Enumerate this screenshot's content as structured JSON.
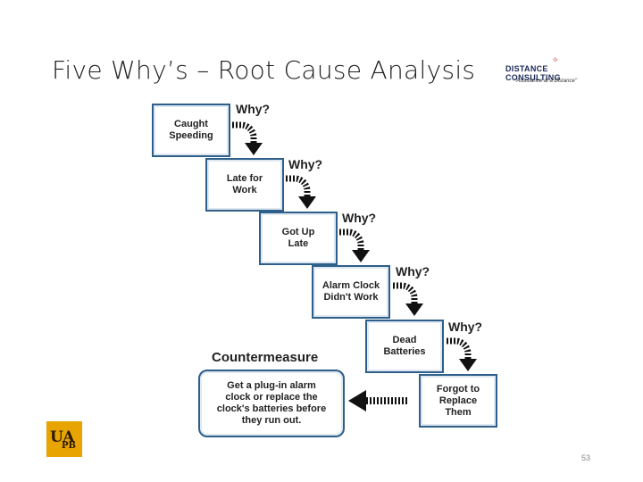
{
  "slide": {
    "title": "Five Why’s – Root Cause Analysis",
    "page_number": "53"
  },
  "logo": {
    "name": "DISTANCE CONSULTING",
    "tagline": "\"Assistance at a Distance\""
  },
  "badge": {
    "u": "UA",
    "pb": "PB"
  },
  "diagram": {
    "why_label": "Why?",
    "steps": [
      {
        "line1": "Caught",
        "line2": "Speeding"
      },
      {
        "line1": "Late for",
        "line2": "Work"
      },
      {
        "line1": "Got Up",
        "line2": "Late"
      },
      {
        "line1": "Alarm Clock",
        "line2": "Didn't Work"
      },
      {
        "line1": "Dead",
        "line2": "Batteries"
      },
      {
        "line1": "Forgot to",
        "line2": "Replace",
        "line3": "Them"
      }
    ],
    "countermeasure": {
      "title": "Countermeasure",
      "lines": [
        "Get a plug-in alarm",
        "clock or replace the",
        "clock's batteries before",
        "they run out."
      ]
    }
  }
}
